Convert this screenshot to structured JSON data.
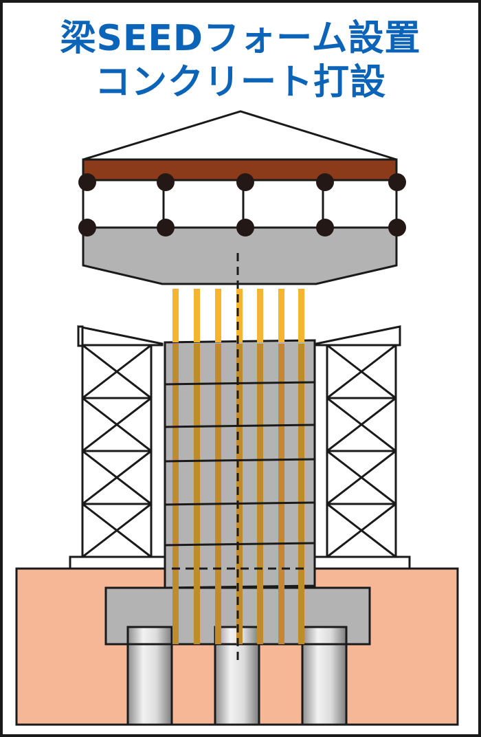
{
  "title": {
    "line1": "梁SEEDフォーム設置",
    "line2": "コンクリート打設"
  },
  "colors": {
    "title": "#0b64b8",
    "outline": "#1a1a1a",
    "brown_slab": "#8b3a1a",
    "concrete_gray": "#b3b3b3",
    "rebar_orange": "#f6b531",
    "rebar_embedded": "#c08a2d",
    "ground": "#f6b797",
    "pile_light": "#eeeeee",
    "pile_dark": "#8d8d8d"
  },
  "components": {
    "beam_form": "seed-form-beam",
    "rebar_count": 7,
    "column_segments": 6,
    "scaffold_towers": 2,
    "piles": 3
  }
}
